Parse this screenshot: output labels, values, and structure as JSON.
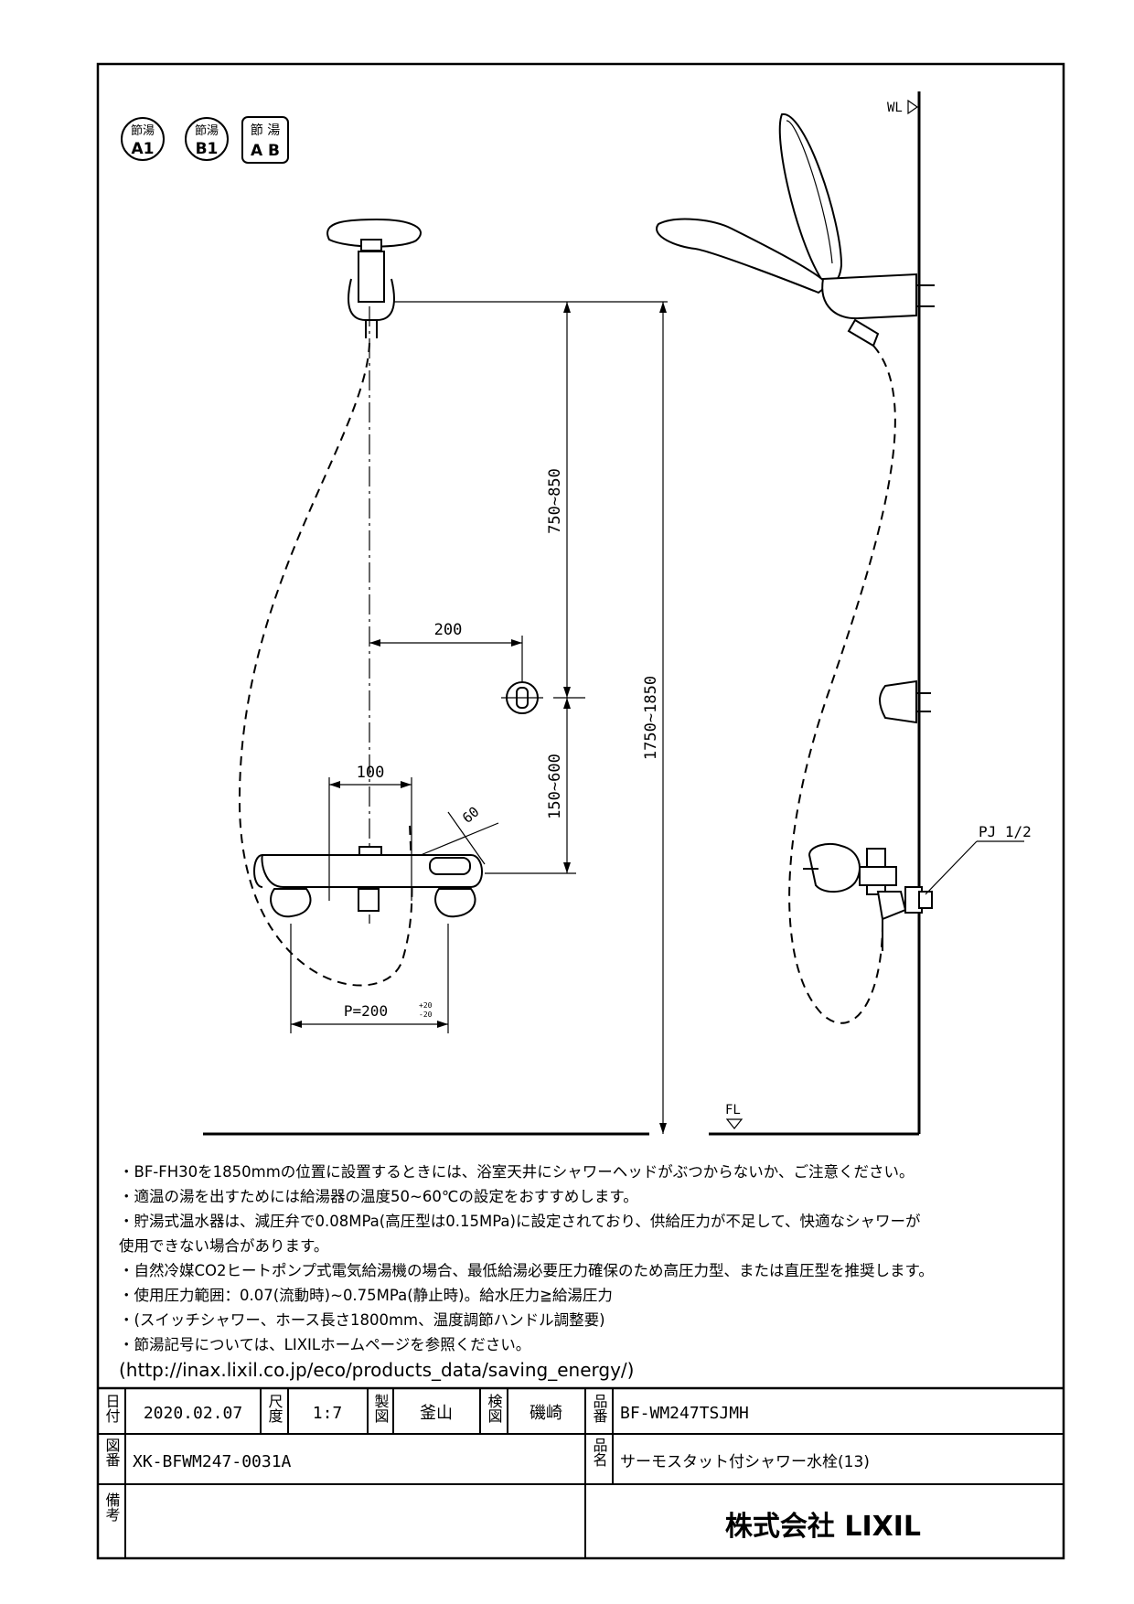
{
  "badges": [
    {
      "top": "節湯",
      "bottom": "A1"
    },
    {
      "top": "節湯",
      "bottom": "B1"
    },
    {
      "top": "節 湯",
      "bottom": "A B"
    }
  ],
  "labels": {
    "wl": "WL",
    "fl": "FL",
    "pj": "PJ 1/2"
  },
  "dimensions": {
    "d200": "200",
    "d100": "100",
    "d60": "60",
    "d750_850": "750~850",
    "d150_600": "150~600",
    "d1750_1850": "1750~1850",
    "pitch": "P=200",
    "pitch_tol_up": "+20",
    "pitch_tol_down": "-20"
  },
  "notes": [
    "・BF-FH30を1850mmの位置に設置するときには、浴室天井にシャワーヘッドがぶつからないか、ご注意ください。",
    "・適温の湯を出すためには給湯器の温度50~60℃の設定をおすすめします。",
    "・貯湯式温水器は、減圧弁で0.08MPa(高圧型は0.15MPa)に設定されており、供給圧力が不足して、快適なシャワーが",
    "使用できない場合があります。",
    "・自然冷媒CO2ヒートポンプ式電気給湯機の場合、最低給湯必要圧力確保のため高圧力型、または直圧型を推奨します。",
    "・使用圧力範囲：0.07(流動時)~0.75MPa(静止時)。給水圧力≧給湯圧力",
    "・(スイッチシャワー、ホース長さ1800mm、温度調節ハンドル調整要)",
    "・節湯記号については、LIXILホームページを参照ください。",
    "(http://inax.lixil.co.jp/eco/products_data/saving_energy/)"
  ],
  "title_block": {
    "date_label": "日付",
    "date": "2020.02.07",
    "scale_label": "尺度",
    "scale": "1:7",
    "drawn_label": "製図",
    "drawn_by": "釜山",
    "checked_label": "検図",
    "checked_by": "磯崎",
    "product_no_label": "品番",
    "product_no": "BF-WM247TSJMH",
    "drawing_no_label": "図番",
    "drawing_no": "XK-BFWM247-0031A",
    "product_name_label": "品名",
    "product_name": "サーモスタット付シャワー水栓(13)",
    "remarks_label": "備考",
    "company": "株式会社 LIXIL"
  }
}
